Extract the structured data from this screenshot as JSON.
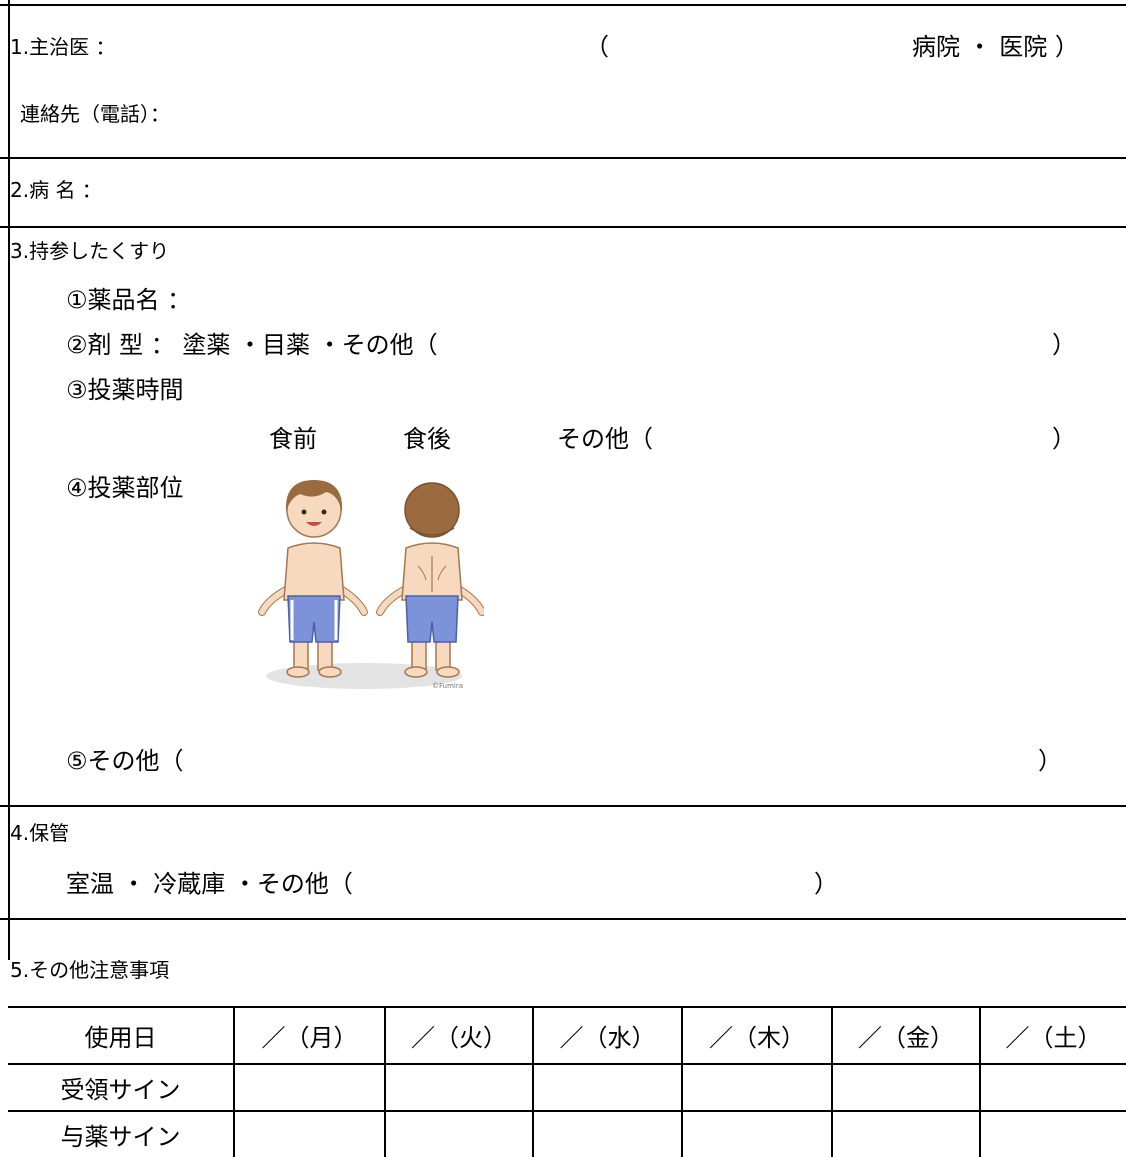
{
  "section1": {
    "doctor_label": "1.主治医 ：",
    "paren_open": "（",
    "hospital_choice": "病院 ・ 医院 ）",
    "contact_label": "連絡先（電話）："
  },
  "section2": {
    "disease_label": "2.病 名 ："
  },
  "section3": {
    "title": "3.持参したくすり",
    "drug_name": "①薬品名 ：",
    "dosage_form": "②剤 型 ： 塗薬 ・目薬 ・その他（",
    "close_paren": "）",
    "timing_label": "③投薬時間",
    "before_meal": "食前",
    "after_meal": "食後",
    "timing_other": "その他（",
    "site_label": "④投薬部位",
    "illustration_credit": "©Fumira",
    "other": "⑤その他（"
  },
  "section4": {
    "title": "4.保管",
    "options": "室温 ・ 冷蔵庫 ・その他（",
    "close_paren": "）"
  },
  "section5": {
    "title": "5.その他注意事項"
  },
  "table": {
    "rows": [
      [
        "使用日",
        "／（月）",
        "／（火）",
        "／（水）",
        "／（木）",
        "／（金）",
        "／（土）"
      ],
      [
        "受領サイン",
        "",
        "",
        "",
        "",
        "",
        ""
      ],
      [
        "与薬サイン",
        "",
        "",
        "",
        "",
        "",
        ""
      ]
    ]
  },
  "colors": {
    "skin": "#f7d9bf",
    "hair": "#9b6a3e",
    "shorts": "#7c92d9",
    "shadow": "#e3e3e3"
  }
}
